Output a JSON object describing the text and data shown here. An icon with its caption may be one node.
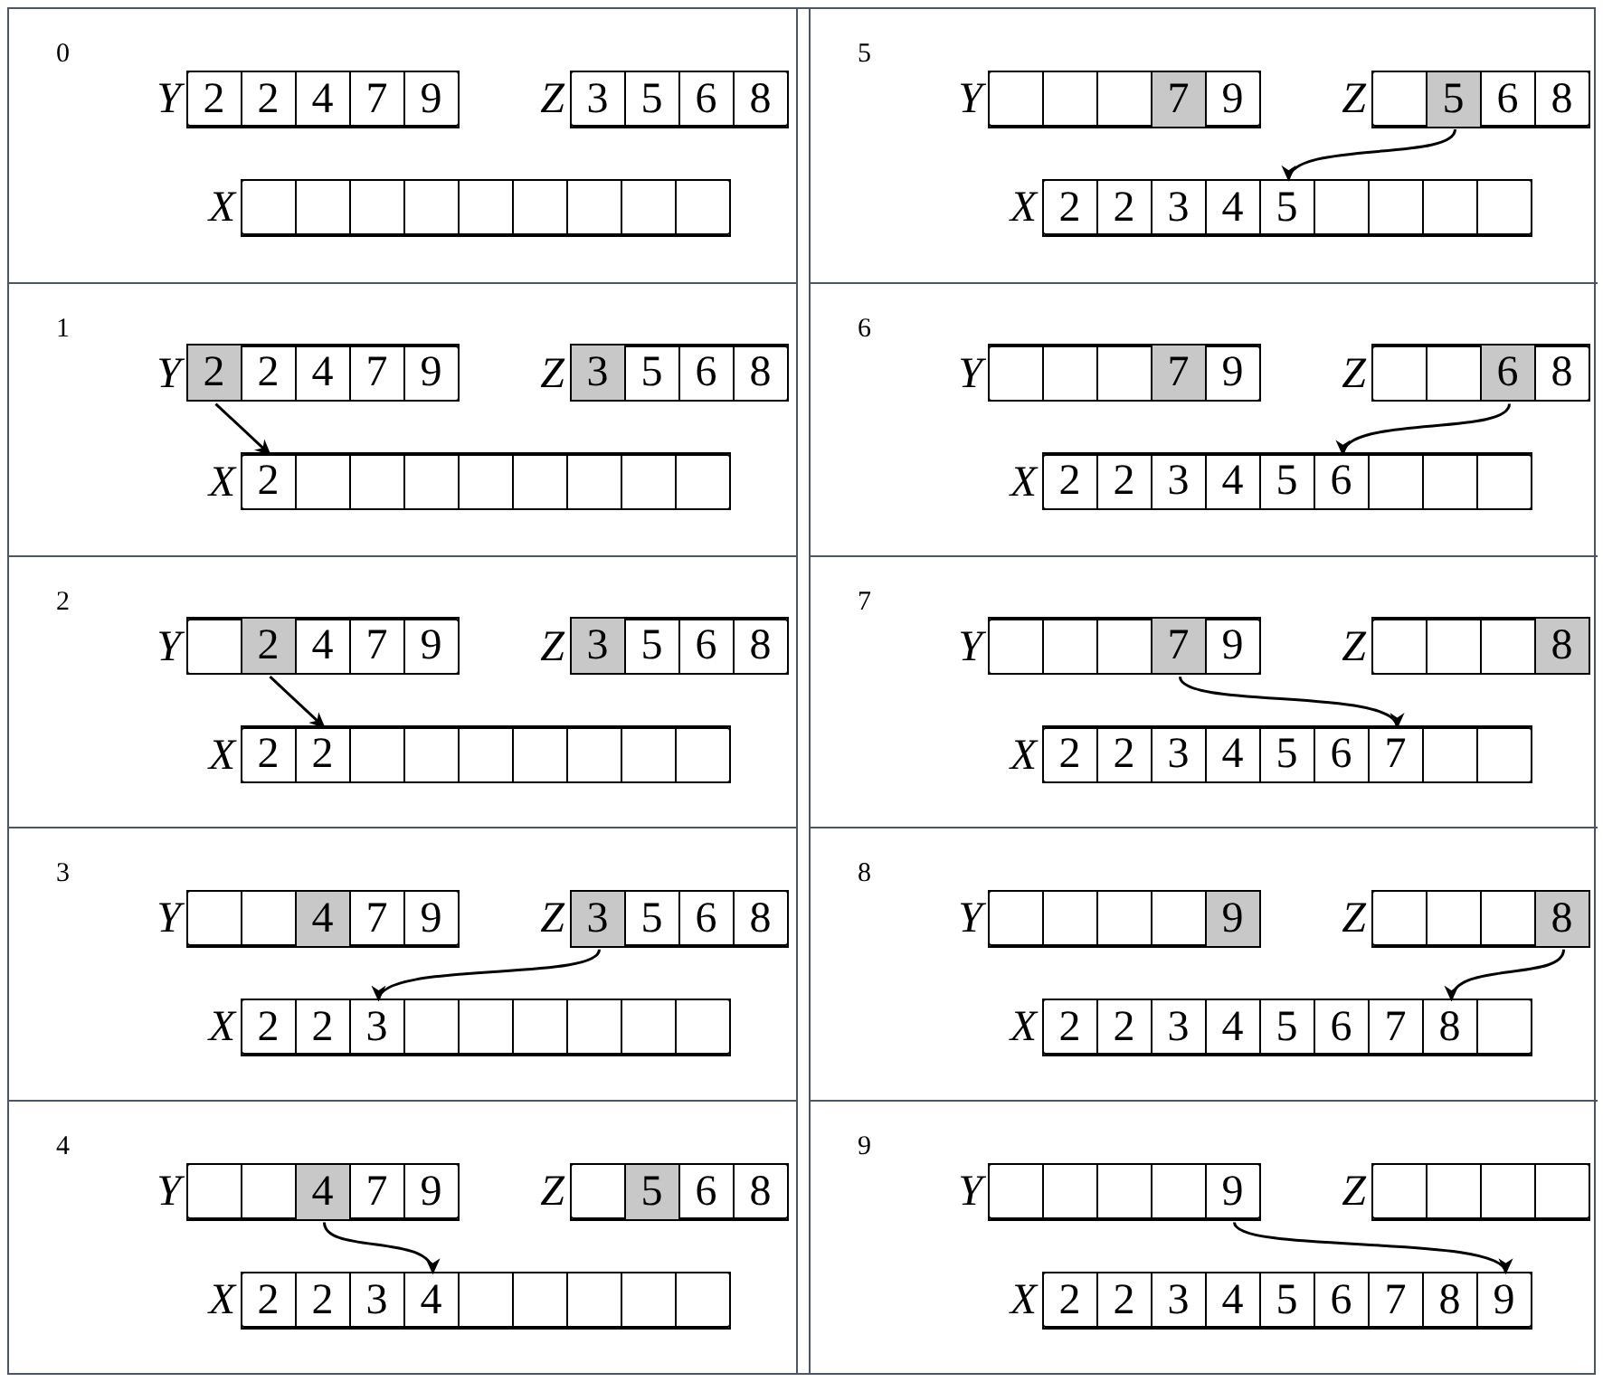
{
  "diagram": {
    "nodes": [
      {
        "text": [
          "0"
        ]
      },
      {
        "text": [
          "Y"
        ],
        "in": 0
      },
      {
        "text": [
          "2"
        ],
        "in": 1
      },
      {
        "text": [
          "2"
        ],
        "in": 1
      },
      {
        "text": [
          "4"
        ],
        "in": 1
      },
      {
        "text": [
          "7"
        ],
        "in": 1
      },
      {
        "text": [
          "9"
        ],
        "in": 1
      },
      {
        "text": [
          "Z"
        ],
        "in": 0
      },
      {
        "text": [
          "3"
        ],
        "in": 7
      },
      {
        "text": [
          "5"
        ],
        "in": 7
      },
      {
        "text": [
          "6"
        ],
        "in": 7
      },
      {
        "text": [
          "8"
        ],
        "in": 7
      },
      {
        "text": [
          "X"
        ],
        "in": 0
      },
      {
        "text": [],
        "shape": "box",
        "in": 12
      },
      {
        "text": [],
        "shape": "box",
        "in": 12
      },
      {
        "text": [],
        "shape": "box",
        "in": 12
      },
      {
        "text": [],
        "shape": "box",
        "in": 12
      },
      {
        "text": [],
        "shape": "box",
        "in": 12
      },
      {
        "text": [],
        "shape": "box",
        "in": 12
      },
      {
        "text": [],
        "shape": "box",
        "in": 12
      },
      {
        "text": [],
        "shape": "box",
        "in": 12
      },
      {
        "text": [],
        "shape": "box",
        "in": 12
      },
      {
        "text": [
          "1"
        ]
      },
      {
        "text": [
          "Y"
        ],
        "in": 22
      },
      {
        "text": [
          "2"
        ],
        "in": 23
      },
      {
        "text": [
          "2"
        ],
        "in": 23
      },
      {
        "text": [
          "4"
        ],
        "in": 23
      },
      {
        "text": [
          "7"
        ],
        "in": 23
      },
      {
        "text": [
          "9"
        ],
        "in": 23
      },
      {
        "text": [
          "Z"
        ],
        "in": 22
      },
      {
        "text": [
          "3"
        ],
        "in": 29
      },
      {
        "text": [
          "5"
        ],
        "in": 29
      },
      {
        "text": [
          "6"
        ],
        "in": 29
      },
      {
        "text": [
          "8"
        ],
        "in": 29
      },
      {
        "text": [
          "X"
        ],
        "in": 22
      },
      {
        "text": [
          "2"
        ],
        "in": 34
      },
      {
        "text": [],
        "shape": "box",
        "in": 34
      },
      {
        "text": [],
        "shape": "box",
        "in": 34
      },
      {
        "text": [],
        "shape": "box",
        "in": 34
      },
      {
        "text": [],
        "shape": "box",
        "in": 34
      },
      {
        "text": [],
        "shape": "box",
        "in": 34
      },
      {
        "text": [],
        "shape": "box",
        "in": 34
      },
      {
        "text": [],
        "shape": "box",
        "in": 34
      },
      {
        "text": [],
        "shape": "box",
        "in": 34
      },
      {
        "text": [
          "2"
        ]
      },
      {
        "text": [
          "Y"
        ],
        "in": 44
      },
      {
        "text": [],
        "shape": "box",
        "in": 45
      },
      {
        "text": [
          "2"
        ],
        "in": 45
      },
      {
        "text": [
          "4"
        ],
        "in": 45
      },
      {
        "text": [
          "7"
        ],
        "in": 45
      },
      {
        "text": [
          "9"
        ],
        "in": 45
      },
      {
        "text": [
          "Z"
        ],
        "in": 44
      },
      {
        "text": [
          "3"
        ],
        "in": 51
      },
      {
        "text": [
          "5"
        ],
        "in": 51
      },
      {
        "text": [
          "6"
        ],
        "in": 51
      },
      {
        "text": [
          "8"
        ],
        "in": 51
      },
      {
        "text": [
          "X"
        ],
        "in": 44
      },
      {
        "text": [
          "2"
        ],
        "in": 56
      },
      {
        "text": [
          "2"
        ],
        "in": 56
      },
      {
        "text": [],
        "shape": "box",
        "in": 56
      },
      {
        "text": [],
        "shape": "box",
        "in": 56
      },
      {
        "text": [],
        "shape": "box",
        "in": 56
      },
      {
        "text": [],
        "shape": "box",
        "in": 56
      },
      {
        "text": [],
        "shape": "box",
        "in": 56
      },
      {
        "text": [],
        "shape": "box",
        "in": 56
      },
      {
        "text": [],
        "shape": "box",
        "in": 56
      },
      {
        "text": [
          "3"
        ]
      },
      {
        "text": [
          "Y"
        ],
        "in": 66
      },
      {
        "text": [],
        "shape": "box",
        "in": 67
      },
      {
        "text": [],
        "shape": "box",
        "in": 67
      },
      {
        "text": [
          "4"
        ],
        "in": 67
      },
      {
        "text": [
          "7"
        ],
        "in": 67
      },
      {
        "text": [
          "9"
        ],
        "in": 67
      },
      {
        "text": [
          "Z"
        ],
        "in": 66
      },
      {
        "text": [
          "3"
        ],
        "in": 73
      },
      {
        "text": [
          "5"
        ],
        "in": 73
      },
      {
        "text": [
          "6"
        ],
        "in": 73
      },
      {
        "text": [
          "8"
        ],
        "in": 73
      },
      {
        "text": [
          "X"
        ],
        "in": 66
      },
      {
        "text": [
          "2"
        ],
        "in": 78
      },
      {
        "text": [
          "2"
        ],
        "in": 78
      },
      {
        "text": [
          "3"
        ],
        "in": 78
      },
      {
        "text": [],
        "shape": "box",
        "in": 78
      },
      {
        "text": [],
        "shape": "box",
        "in": 78
      },
      {
        "text": [],
        "shape": "box",
        "in": 78
      },
      {
        "text": [],
        "shape": "box",
        "in": 78
      },
      {
        "text": [],
        "shape": "box",
        "in": 78
      },
      {
        "text": [],
        "shape": "box",
        "in": 78
      },
      {
        "text": [
          "4"
        ]
      },
      {
        "text": [
          "Y"
        ],
        "in": 88
      },
      {
        "text": [],
        "shape": "box",
        "in": 89
      },
      {
        "text": [],
        "shape": "box",
        "in": 89
      },
      {
        "text": [
          "4"
        ],
        "in": 89
      },
      {
        "text": [
          "7"
        ],
        "in": 89
      },
      {
        "text": [
          "9"
        ],
        "in": 89
      },
      {
        "text": [
          "Z"
        ],
        "in": 88
      },
      {
        "text": [],
        "shape": "box",
        "in": 95
      },
      {
        "text": [
          "5"
        ],
        "in": 95
      },
      {
        "text": [
          "6"
        ],
        "in": 95
      },
      {
        "text": [
          "8"
        ],
        "in": 95
      },
      {
        "text": [
          "X"
        ],
        "in": 88
      },
      {
        "text": [
          "2"
        ],
        "in": 100
      },
      {
        "text": [
          "2"
        ],
        "in": 100
      },
      {
        "text": [
          "3"
        ],
        "in": 100
      },
      {
        "text": [
          "4"
        ],
        "in": 100
      },
      {
        "text": [],
        "shape": "box",
        "in": 100
      },
      {
        "text": [],
        "shape": "box",
        "in": 100
      },
      {
        "text": [],
        "shape": "box",
        "in": 100
      },
      {
        "text": [],
        "shape": "box",
        "in": 100
      },
      {
        "text": [],
        "shape": "box",
        "in": 100
      },
      {
        "text": [
          "5"
        ]
      },
      {
        "text": [
          "Y"
        ],
        "in": 110
      },
      {
        "text": [],
        "shape": "box",
        "in": 111
      },
      {
        "text": [],
        "shape": "box",
        "in": 111
      },
      {
        "text": [],
        "shape": "box",
        "in": 111
      },
      {
        "text": [
          "7"
        ],
        "in": 111
      },
      {
        "text": [
          "9"
        ],
        "in": 111
      },
      {
        "text": [
          "Z"
        ],
        "in": 110
      },
      {
        "text": [],
        "shape": "box",
        "in": 117
      },
      {
        "text": [
          "5"
        ],
        "in": 117
      },
      {
        "text": [
          "6"
        ],
        "in": 117
      },
      {
        "text": [
          "8"
        ],
        "in": 117
      },
      {
        "text": [
          "X"
        ],
        "in": 110
      },
      {
        "text": [
          "2"
        ],
        "in": 122
      },
      {
        "text": [
          "2"
        ],
        "in": 122
      },
      {
        "text": [
          "3"
        ],
        "in": 122
      },
      {
        "text": [
          "4"
        ],
        "in": 122
      },
      {
        "text": [
          "5"
        ],
        "in": 122
      },
      {
        "text": [],
        "shape": "box",
        "in": 122
      },
      {
        "text": [],
        "shape": "box",
        "in": 122
      },
      {
        "text": [],
        "shape": "box",
        "in": 122
      },
      {
        "text": [],
        "shape": "box",
        "in": 122
      },
      {
        "text": [
          "6"
        ]
      },
      {
        "text": [
          "Y"
        ],
        "in": 132
      },
      {
        "text": [],
        "shape": "box",
        "in": 133
      },
      {
        "text": [],
        "shape": "box",
        "in": 133
      },
      {
        "text": [],
        "shape": "box",
        "in": 133
      },
      {
        "text": [
          "7"
        ],
        "in": 133
      },
      {
        "text": [
          "9"
        ],
        "in": 133
      },
      {
        "text": [
          "Z"
        ],
        "in": 132
      },
      {
        "text": [],
        "shape": "box",
        "in": 139
      },
      {
        "text": [],
        "shape": "box",
        "in": 139
      },
      {
        "text": [
          "6"
        ],
        "in": 139
      },
      {
        "text": [
          "8"
        ],
        "in": 139
      },
      {
        "text": [
          "X"
        ],
        "in": 132
      },
      {
        "text": [
          "2"
        ],
        "in": 144
      },
      {
        "text": [
          "2"
        ],
        "in": 144
      },
      {
        "text": [
          "3"
        ],
        "in": 144
      },
      {
        "text": [
          "4"
        ],
        "in": 144
      },
      {
        "text": [
          "5"
        ],
        "in": 144
      },
      {
        "text": [
          "6"
        ],
        "in": 144
      },
      {
        "text": [],
        "shape": "box",
        "in": 144
      },
      {
        "text": [],
        "shape": "box",
        "in": 144
      },
      {
        "text": [],
        "shape": "box",
        "in": 144
      },
      {
        "text": [
          "7"
        ]
      },
      {
        "text": [
          "Y"
        ],
        "in": 154
      },
      {
        "text": [],
        "shape": "box",
        "in": 155
      },
      {
        "text": [],
        "shape": "box",
        "in": 155
      },
      {
        "text": [],
        "shape": "box",
        "in": 155
      },
      {
        "text": [
          "7"
        ],
        "in": 155
      },
      {
        "text": [
          "9"
        ],
        "in": 155
      },
      {
        "text": [
          "Z"
        ],
        "in": 154
      },
      {
        "text": [],
        "shape": "box",
        "in": 161
      },
      {
        "text": [],
        "shape": "box",
        "in": 161
      },
      {
        "text": [],
        "shape": "box",
        "in": 161
      },
      {
        "text": [
          "8"
        ],
        "in": 161
      },
      {
        "text": [
          "X"
        ],
        "in": 154
      },
      {
        "text": [
          "2"
        ],
        "in": 166
      },
      {
        "text": [
          "2"
        ],
        "in": 166
      },
      {
        "text": [
          "3"
        ],
        "in": 166
      },
      {
        "text": [
          "4"
        ],
        "in": 166
      },
      {
        "text": [
          "5"
        ],
        "in": 166
      },
      {
        "text": [
          "6"
        ],
        "in": 166
      },
      {
        "text": [
          "7"
        ],
        "in": 166
      },
      {
        "text": [],
        "shape": "box",
        "in": 166
      },
      {
        "text": [],
        "shape": "box",
        "in": 166
      },
      {
        "text": [
          "8"
        ]
      },
      {
        "text": [
          "Y"
        ],
        "in": 176
      },
      {
        "text": [],
        "shape": "box",
        "in": 177
      },
      {
        "text": [],
        "shape": "box",
        "in": 177
      },
      {
        "text": [],
        "shape": "box",
        "in": 177
      },
      {
        "text": [],
        "shape": "box",
        "in": 177
      },
      {
        "text": [
          "9"
        ],
        "in": 177
      },
      {
        "text": [
          "Z"
        ],
        "in": 176
      },
      {
        "text": [],
        "shape": "box",
        "in": 183
      },
      {
        "text": [],
        "shape": "box",
        "in": 183
      },
      {
        "text": [],
        "shape": "box",
        "in": 183
      },
      {
        "text": [
          "8"
        ],
        "in": 183
      },
      {
        "text": [
          "X"
        ],
        "in": 176
      },
      {
        "text": [
          "2"
        ],
        "in": 188
      },
      {
        "text": [
          "2"
        ],
        "in": 188
      },
      {
        "text": [
          "3"
        ],
        "in": 188
      },
      {
        "text": [
          "4"
        ],
        "in": 188
      },
      {
        "text": [
          "5"
        ],
        "in": 188
      },
      {
        "text": [
          "6"
        ],
        "in": 188
      },
      {
        "text": [
          "7"
        ],
        "in": 188
      },
      {
        "text": [
          "8"
        ],
        "in": 188
      },
      {
        "text": [],
        "shape": "box",
        "in": 188
      },
      {
        "text": [
          "9"
        ]
      },
      {
        "text": [
          "Y"
        ],
        "in": 198
      },
      {
        "text": [],
        "shape": "box",
        "in": 199
      },
      {
        "text": [],
        "shape": "box",
        "in": 199
      },
      {
        "text": [],
        "shape": "box",
        "in": 199
      },
      {
        "text": [],
        "shape": "box",
        "in": 199
      },
      {
        "text": [
          "9"
        ],
        "in": 199
      },
      {
        "text": [
          "Z"
        ],
        "in": 198
      },
      {
        "text": [],
        "shape": "box",
        "in": 205
      },
      {
        "text": [],
        "shape": "box",
        "in": 205
      },
      {
        "text": [],
        "shape": "box",
        "in": 205
      },
      {
        "text": [],
        "shape": "box",
        "in": 205
      },
      {
        "text": [
          "X"
        ],
        "in": 198
      },
      {
        "text": [
          "2"
        ],
        "in": 210
      },
      {
        "text": [
          "2"
        ],
        "in": 210
      },
      {
        "text": [
          "3"
        ],
        "in": 210
      },
      {
        "text": [
          "4"
        ],
        "in": 210
      },
      {
        "text": [
          "5"
        ],
        "in": 210
      },
      {
        "text": [
          "6"
        ],
        "in": 210
      },
      {
        "text": [
          "7"
        ],
        "in": 210
      },
      {
        "text": [
          "8"
        ],
        "in": 210
      },
      {
        "text": [
          "9"
        ],
        "in": 210
      }
    ],
    "edges": [
      {
        "from": 24,
        "to": 35,
        "arrow": "to"
      },
      {
        "from": 47,
        "to": 58,
        "arrow": "to"
      },
      {
        "from": 74,
        "to": 81,
        "arrow": "to"
      },
      {
        "from": 92,
        "to": 104,
        "arrow": "to"
      },
      {
        "from": 119,
        "to": 127,
        "arrow": "to"
      },
      {
        "from": 142,
        "to": 150,
        "arrow": "to"
      },
      {
        "from": 159,
        "to": 173,
        "arrow": "to"
      },
      {
        "from": 187,
        "to": 196,
        "arrow": "to"
      },
      {
        "from": 204,
        "to": 219,
        "arrow": "to"
      }
    ]
  }
}
